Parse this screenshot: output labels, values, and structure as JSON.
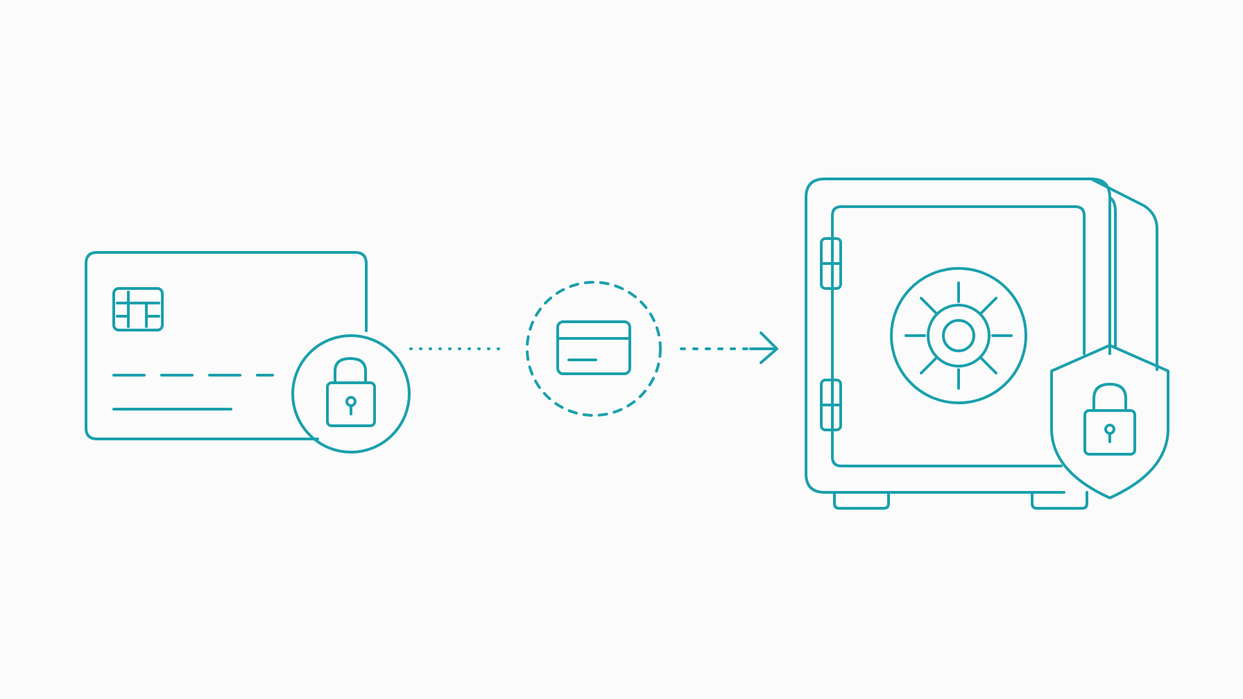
{
  "diagram": {
    "background": "#fbfbfb",
    "stroke_color": "#1aa0ac",
    "nodes": [
      {
        "id": "payment-card",
        "icon": "credit-card-icon",
        "badge": "padlock-icon"
      },
      {
        "id": "token",
        "icon": "card-in-dashed-circle-icon"
      },
      {
        "id": "vault",
        "icon": "safe-icon",
        "badge": "shield-padlock-icon"
      }
    ],
    "edges": [
      {
        "from": "payment-card",
        "to": "token",
        "style": "dotted"
      },
      {
        "from": "token",
        "to": "vault",
        "style": "dotted-arrow"
      }
    ]
  }
}
